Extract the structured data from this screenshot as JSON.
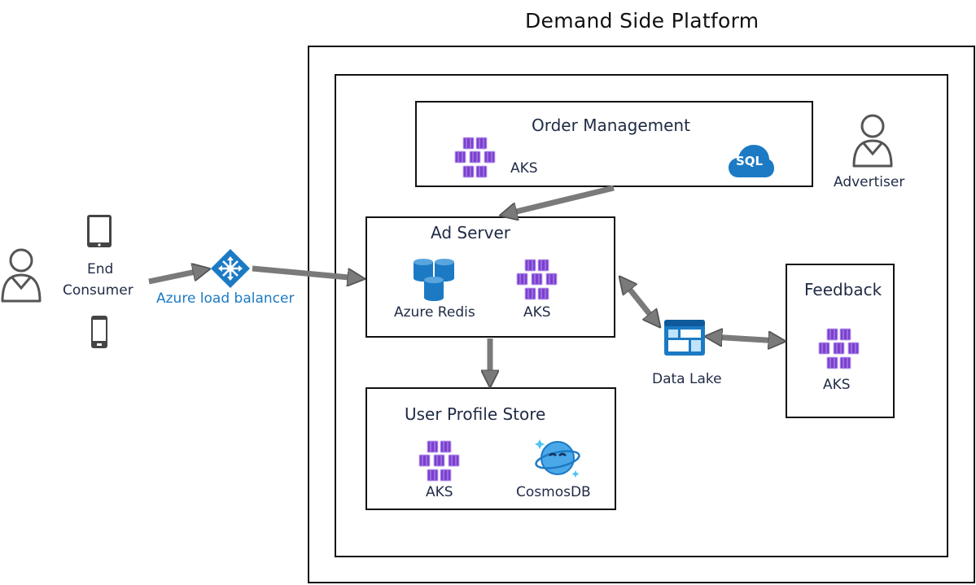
{
  "diagram": {
    "title": "Demand Side Platform",
    "end_consumer": {
      "line1": "End",
      "line2": "Consumer"
    },
    "load_balancer": {
      "label": "Azure load balancer"
    },
    "order_management": {
      "title": "Order Management",
      "aks_label": "AKS",
      "sql_text": "SQL"
    },
    "advertiser": {
      "label": "Advertiser"
    },
    "ad_server": {
      "title": "Ad Server",
      "redis_label": "Azure Redis",
      "aks_label": "AKS"
    },
    "user_profile_store": {
      "title": "User Profile Store",
      "aks_label": "AKS",
      "cosmos_label": "CosmosDB"
    },
    "data_lake": {
      "label": "Data Lake"
    },
    "feedback": {
      "title": "Feedback",
      "aks_label": "AKS"
    }
  },
  "colors": {
    "aks_purple": "#7b3fd1",
    "aks_light": "#a47be8",
    "azure_blue": "#1c7ac4",
    "arrow_gray": "#7a7a7a",
    "text_navy": "#1f2a44"
  }
}
